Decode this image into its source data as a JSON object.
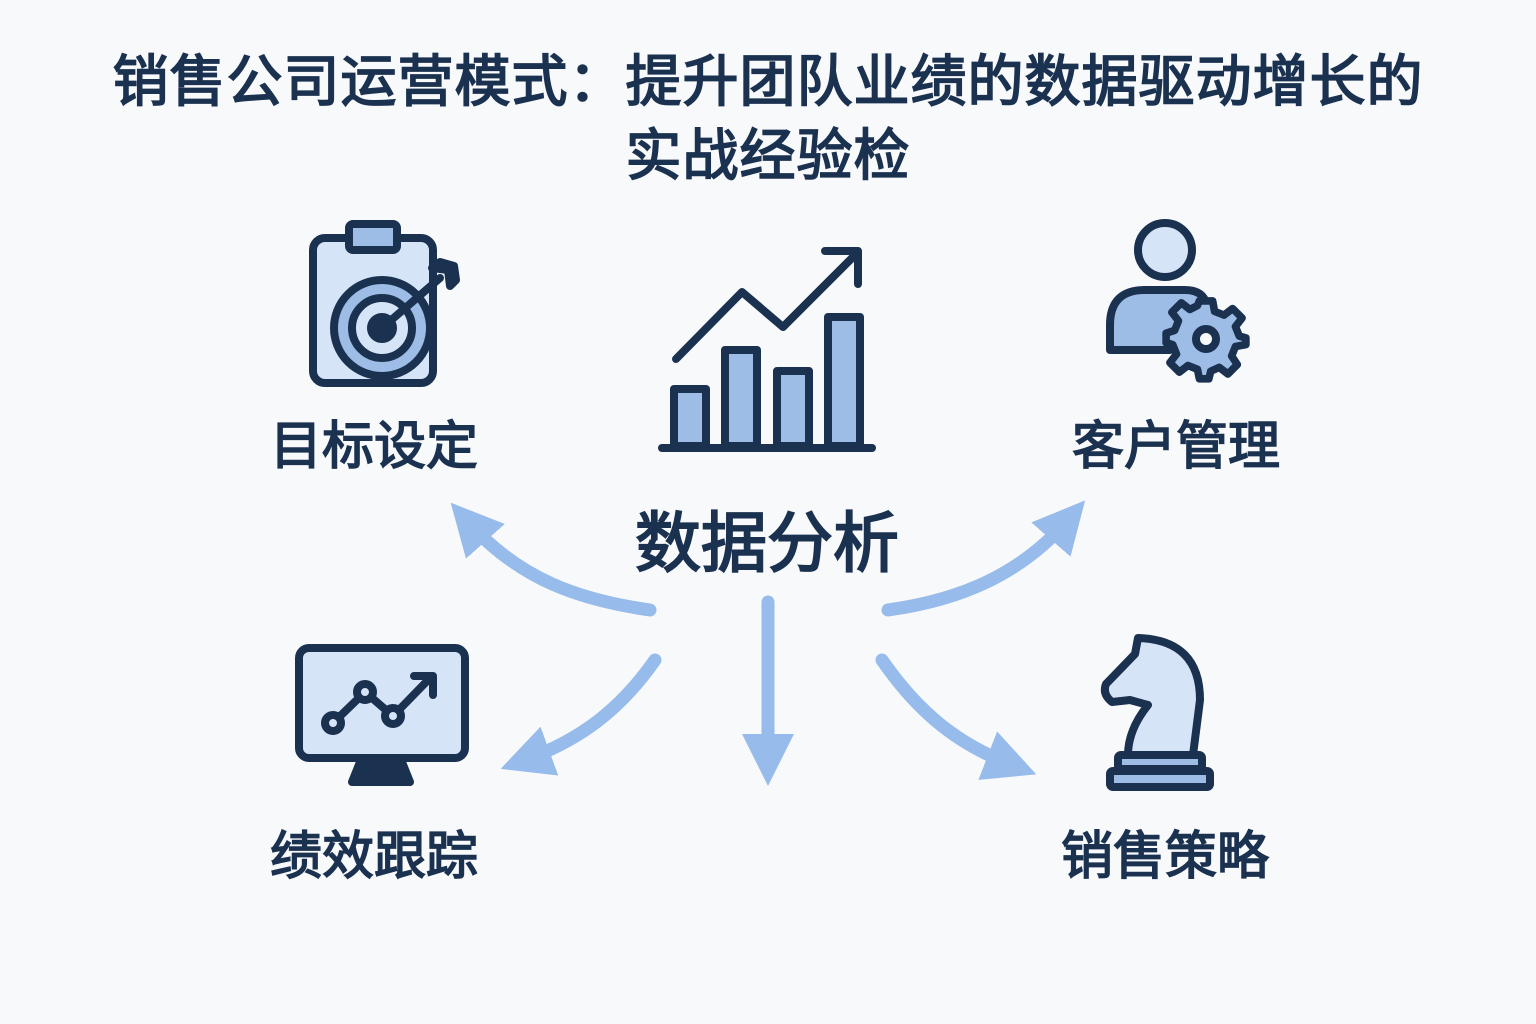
{
  "title": {
    "line1": "销售公司运营模式：提升团队业绩的数据驱动增长的",
    "line2": "实战经验检"
  },
  "center": {
    "label": "数据分析",
    "icon": "bar-chart-trend-icon"
  },
  "nodes": [
    {
      "label": "目标设定",
      "icon": "clipboard-target-icon"
    },
    {
      "label": "客户管理",
      "icon": "user-gear-icon"
    },
    {
      "label": "绩效跟踪",
      "icon": "monitor-chart-icon"
    },
    {
      "label": "销售策略",
      "icon": "chess-knight-icon"
    }
  ],
  "colors": {
    "navy": "#1b3150",
    "fill": "#9dbde6",
    "light": "#d6e4f7",
    "arrow": "#97bbea",
    "background": "#f8f9fb"
  }
}
